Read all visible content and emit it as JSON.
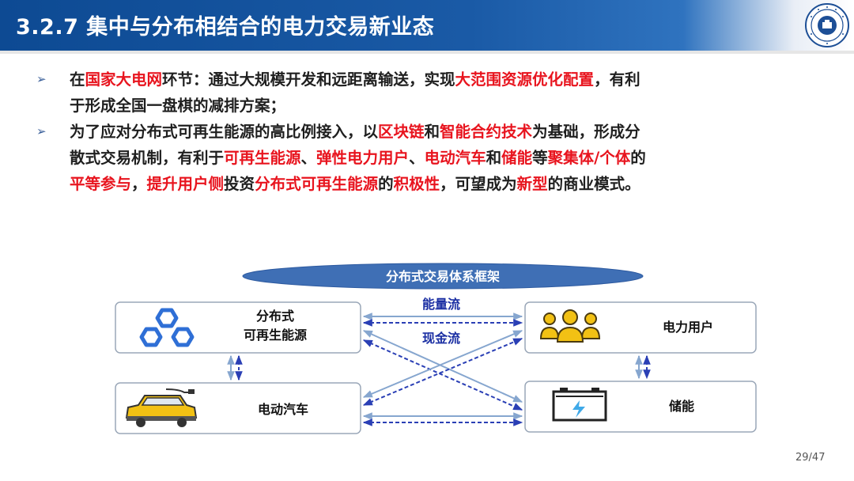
{
  "header": {
    "title": "3.2.7 集中与分布相结合的电力交易新业态"
  },
  "bullets": [
    {
      "lines": [
        [
          {
            "t": "在",
            "c": "n"
          },
          {
            "t": "国家大电网",
            "c": "r"
          },
          {
            "t": "环节：通过大规模开发和远距离输送，实现",
            "c": "n"
          },
          {
            "t": "大范围资源优化配置",
            "c": "r"
          },
          {
            "t": "，有利",
            "c": "n"
          }
        ],
        [
          {
            "t": "于形成全国一盘棋的减排方案；",
            "c": "n"
          }
        ]
      ]
    },
    {
      "lines": [
        [
          {
            "t": "为了应对分布式可再生能源的高比例接入，以",
            "c": "n"
          },
          {
            "t": "区块链",
            "c": "r"
          },
          {
            "t": "和",
            "c": "n"
          },
          {
            "t": "智能合约技术",
            "c": "r"
          },
          {
            "t": "为基础，形成分",
            "c": "n"
          }
        ],
        [
          {
            "t": "散式交易机制，有利于",
            "c": "n"
          },
          {
            "t": "可再生能源",
            "c": "r"
          },
          {
            "t": "、",
            "c": "n"
          },
          {
            "t": "弹性电力用户",
            "c": "r"
          },
          {
            "t": "、",
            "c": "n"
          },
          {
            "t": "电动汽车",
            "c": "r"
          },
          {
            "t": "和",
            "c": "n"
          },
          {
            "t": "储能",
            "c": "r"
          },
          {
            "t": "等",
            "c": "n"
          },
          {
            "t": "聚集体/个体",
            "c": "r"
          },
          {
            "t": "的",
            "c": "n"
          }
        ],
        [
          {
            "t": "平等参与",
            "c": "r"
          },
          {
            "t": "，",
            "c": "n"
          },
          {
            "t": "提升用户侧",
            "c": "r"
          },
          {
            "t": "投资",
            "c": "n"
          },
          {
            "t": "分布式可再生能源",
            "c": "r"
          },
          {
            "t": "的",
            "c": "n"
          },
          {
            "t": "积极性",
            "c": "r"
          },
          {
            "t": "，可望成为",
            "c": "n"
          },
          {
            "t": "新型",
            "c": "r"
          },
          {
            "t": "的商业模式。",
            "c": "n"
          }
        ]
      ]
    }
  ],
  "diagram": {
    "title": "分布式交易体系框架",
    "energy_flow_label": "能量流",
    "cash_flow_label": "现金流",
    "nodes": {
      "renewable_line1": "分布式",
      "renewable_line2": "可再生能源",
      "user": "电力用户",
      "ev": "电动汽车",
      "storage": "储能"
    },
    "icons": {
      "renewable": "hexagon-cluster-icon",
      "user": "user-group-icon",
      "ev": "electric-car-icon",
      "storage": "battery-icon"
    },
    "colors": {
      "solid_arrow": "#86a6cf",
      "dashed_arrow": "#2a3fb5",
      "hex": "#2f6fd6",
      "user": "#f2c114",
      "ellipse": "#3f6fb5"
    }
  },
  "page": {
    "number": "29/47"
  }
}
